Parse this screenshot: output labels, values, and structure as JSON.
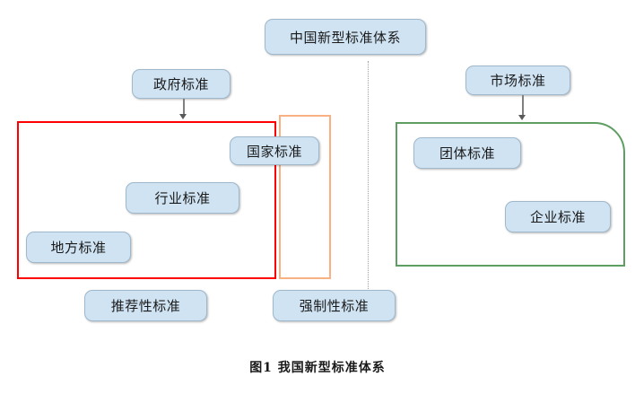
{
  "figure": {
    "caption": "图1  我国新型标准体系",
    "root": {
      "label": "中国新型标准体系"
    },
    "parents": [
      {
        "name": "government",
        "label": "政府标准"
      },
      {
        "name": "market",
        "label": "市场标准"
      }
    ],
    "nodes": [
      {
        "name": "national",
        "label": "国家标准"
      },
      {
        "name": "industry",
        "label": "行业标准"
      },
      {
        "name": "local",
        "label": "地方标准"
      },
      {
        "name": "association",
        "label": "团体标准"
      },
      {
        "name": "enterprise",
        "label": "企业标准"
      }
    ],
    "footers": [
      {
        "name": "recommended",
        "label": "推荐性标准"
      },
      {
        "name": "mandatory",
        "label": "强制性标准"
      }
    ],
    "regions": [
      {
        "name": "recommended-region",
        "color": "#ff0000"
      },
      {
        "name": "mandatory-region",
        "color": "#f9b184"
      },
      {
        "name": "market-region",
        "color": "#5f9e62"
      }
    ],
    "colors": {
      "node_fill": "#cfe3f3",
      "node_border": "#9fb8cc",
      "red_region": "#ff0000",
      "orange_region": "#f9b184",
      "green_region": "#5f9e62",
      "divider": "#9aa0a6",
      "connector": "#808080"
    }
  }
}
